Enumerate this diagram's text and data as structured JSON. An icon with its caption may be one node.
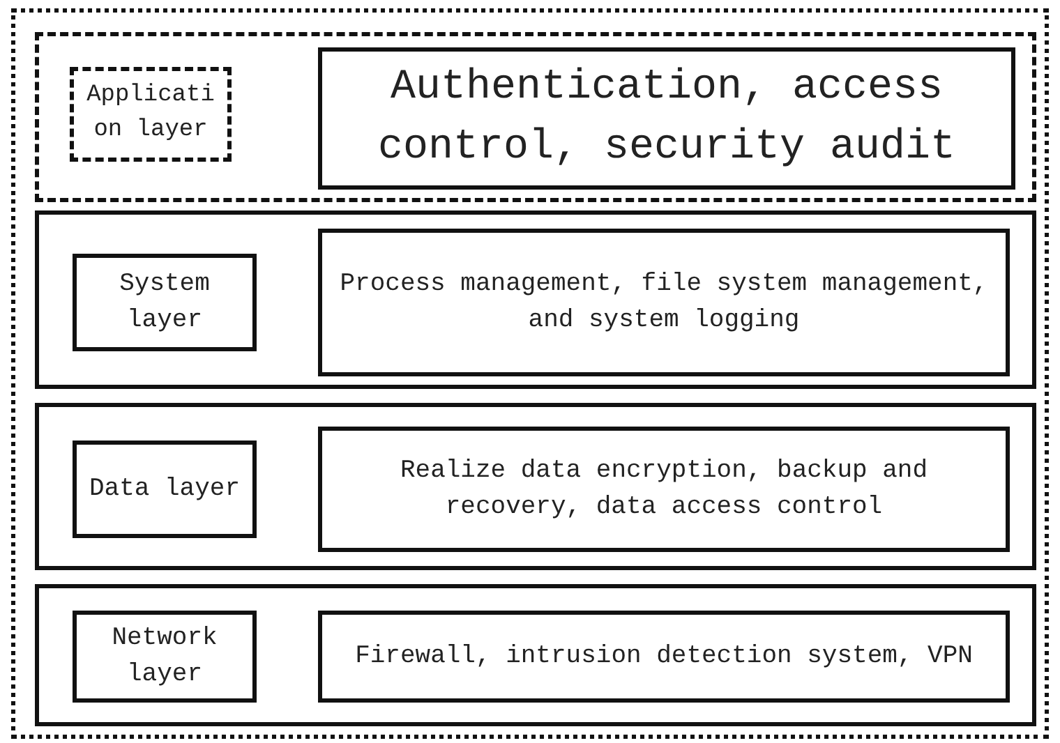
{
  "diagram": {
    "nodes": [
      {
        "text": [],
        "shape": "box"
      },
      {
        "text": [],
        "shape": "box",
        "in": 0
      },
      {
        "text": [
          "Application layer"
        ],
        "in": 1
      },
      {
        "text": [
          "Authentication, access control, security audit"
        ],
        "in": 1
      },
      {
        "text": [],
        "shape": "box",
        "in": 0
      },
      {
        "text": [
          "System layer"
        ],
        "in": 4
      },
      {
        "text": [
          "Process management, file system management, and system logging"
        ],
        "in": 4
      },
      {
        "text": [],
        "shape": "box",
        "in": 0
      },
      {
        "text": [
          "Data layer"
        ],
        "in": 7
      },
      {
        "text": [
          "Realize data encryption, backup and recovery, data access control"
        ],
        "in": 7
      },
      {
        "text": [],
        "shape": "box",
        "in": 0
      },
      {
        "text": [
          "Network layer"
        ],
        "in": 10
      },
      {
        "text": [
          "Firewall, intrusion detection system, VPN"
        ],
        "in": 10
      }
    ]
  }
}
